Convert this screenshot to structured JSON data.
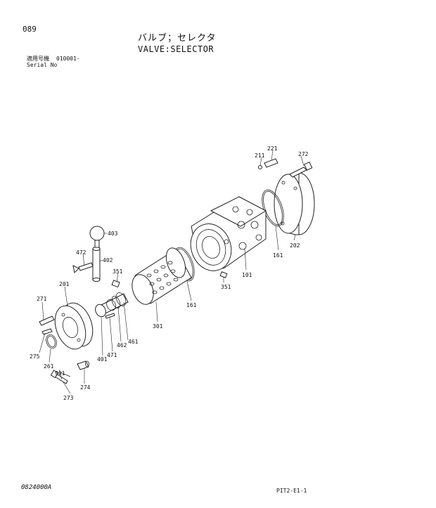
{
  "header": {
    "page_number": "089",
    "title_ja": "バルブ；セレクタ",
    "title_en": "VALVE:SELECTOR",
    "serial_label_ja": "適用号機",
    "serial_value": "010001-",
    "serial_label_en": "Serial No"
  },
  "footer": {
    "left_code": "0824000A",
    "right_code": "PIT2-E1-1"
  },
  "diagram": {
    "callouts": [
      "211",
      "221",
      "272",
      "202",
      "161",
      "101",
      "351",
      "403",
      "472",
      "402",
      "351",
      "161",
      "301",
      "201",
      "271",
      "275",
      "261",
      "901",
      "273",
      "274",
      "401",
      "471",
      "462",
      "461"
    ]
  }
}
